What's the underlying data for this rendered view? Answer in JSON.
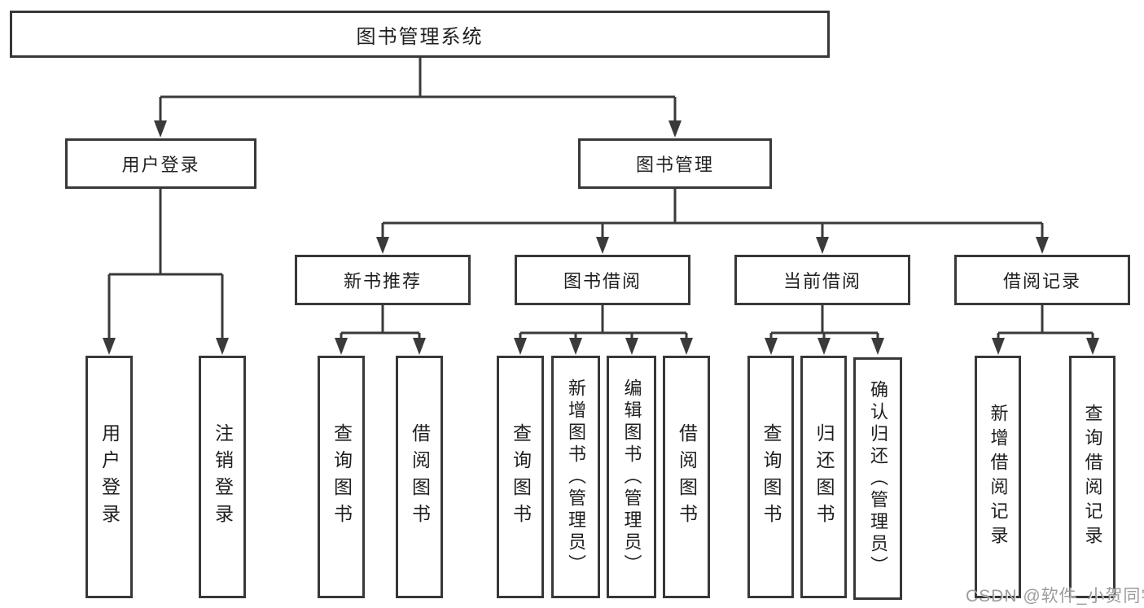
{
  "tree": {
    "root": "图书管理系统",
    "user_branch": {
      "label": "用户登录",
      "children": [
        "用户登录",
        "注销登录"
      ]
    },
    "book_branch": {
      "label": "图书管理",
      "sections": [
        {
          "label": "新书推荐",
          "children": [
            "查询图书",
            "借阅图书"
          ]
        },
        {
          "label": "图书借阅",
          "children": [
            "查询图书",
            "新增图书（管理员）",
            "编辑图书（管理员）",
            "借阅图书"
          ]
        },
        {
          "label": "当前借阅",
          "children": [
            "查询图书",
            "归还图书",
            "确认归还（管理员）"
          ]
        },
        {
          "label": "借阅记录",
          "children": [
            "新增借阅记录",
            "查询借阅记录"
          ]
        }
      ]
    }
  },
  "watermark": {
    "text": "CSDN @软件_小贺同学"
  },
  "colors": {
    "line": "#3a3a3a",
    "box_border": "#383838",
    "text": "#1f1f1f",
    "watermark_text": "#949494",
    "background": "#ffffff"
  }
}
